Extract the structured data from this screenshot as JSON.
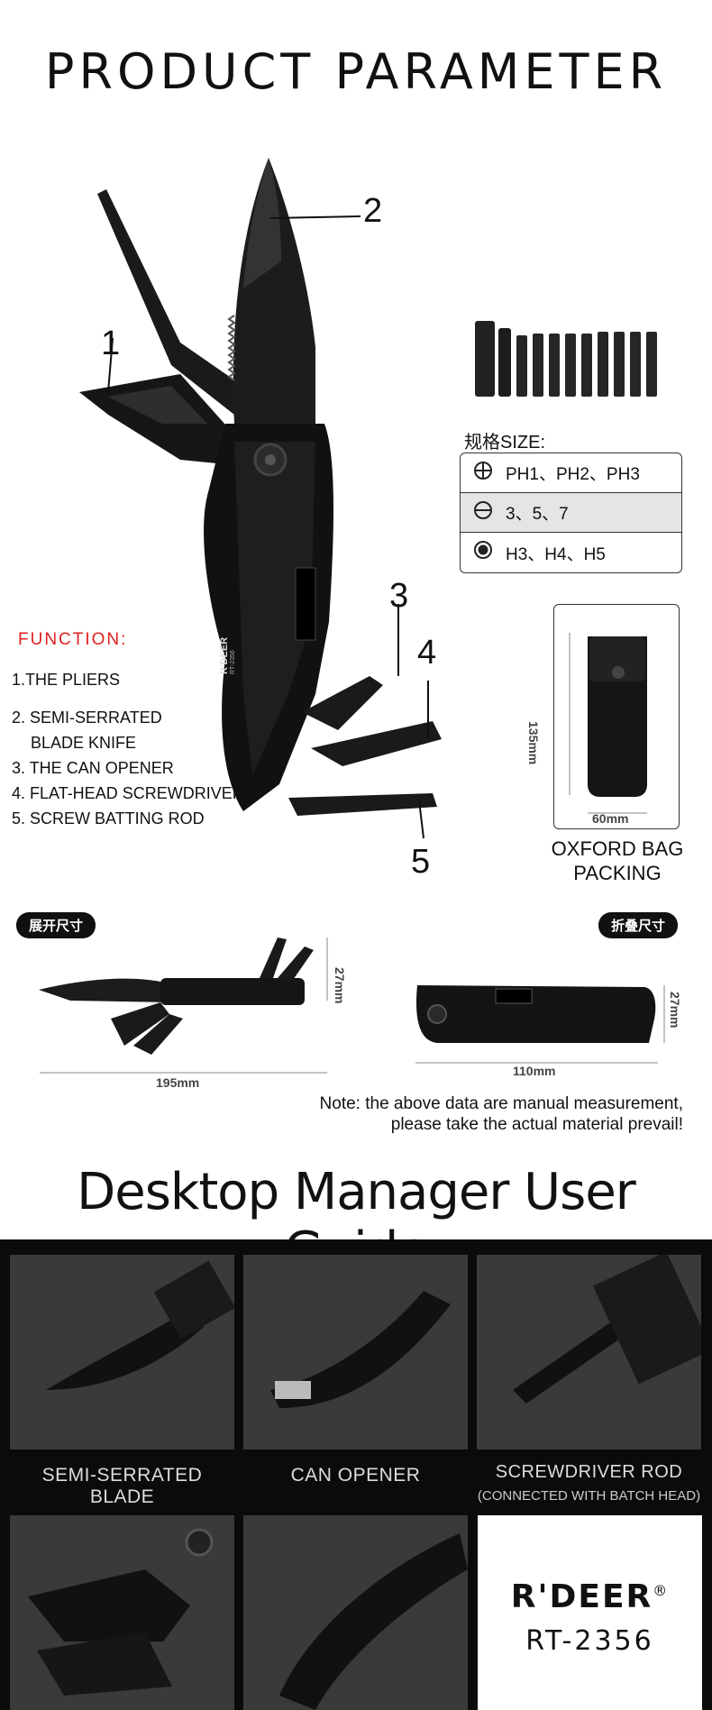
{
  "header": {
    "title": "PRODUCT PARAMETER"
  },
  "callouts": [
    "1",
    "2",
    "3",
    "4",
    "5"
  ],
  "function": {
    "title": "FUNCTION:",
    "items": [
      "1.THE PLIERS",
      "2. SEMI-SERRATED",
      "BLADE KNIFE",
      "3. THE CAN OPENER",
      "4. FLAT-HEAD SCREWDRIVER",
      "5. SCREW BATTING ROD"
    ]
  },
  "knife_brand": {
    "brand": "R'DEER",
    "model": "RT-2356"
  },
  "spec": {
    "label": "规格SIZE:",
    "rows": [
      {
        "icon": "phillips-icon",
        "value": "PH1、PH2、PH3"
      },
      {
        "icon": "slotted-icon",
        "value": "3、5、7"
      },
      {
        "icon": "hex-icon",
        "value": "H3、H4、H5"
      }
    ]
  },
  "bag": {
    "height": "135mm",
    "width": "60mm",
    "caption_line1": "OXFORD BAG",
    "caption_line2": "PACKING"
  },
  "dimensions": {
    "open_label": "展开尺寸",
    "open_length": "195mm",
    "open_height": "27mm",
    "folded_label": "折叠尺寸",
    "folded_length": "110mm",
    "folded_height": "27mm"
  },
  "note": {
    "line1": "Note: the above data are manual measurement,",
    "line2": "please take the actual material prevail!"
  },
  "guide": {
    "title": "Desktop Manager User Guide",
    "tiles": [
      {
        "label": "SEMI-SERRATED BLADE"
      },
      {
        "label": "CAN OPENER"
      },
      {
        "label": "SCREWDRIVER ROD",
        "sub": "(CONNECTED WITH BATCH HEAD)"
      }
    ],
    "brand": "R'DEER",
    "registered": "®",
    "model": "RT-2356"
  }
}
